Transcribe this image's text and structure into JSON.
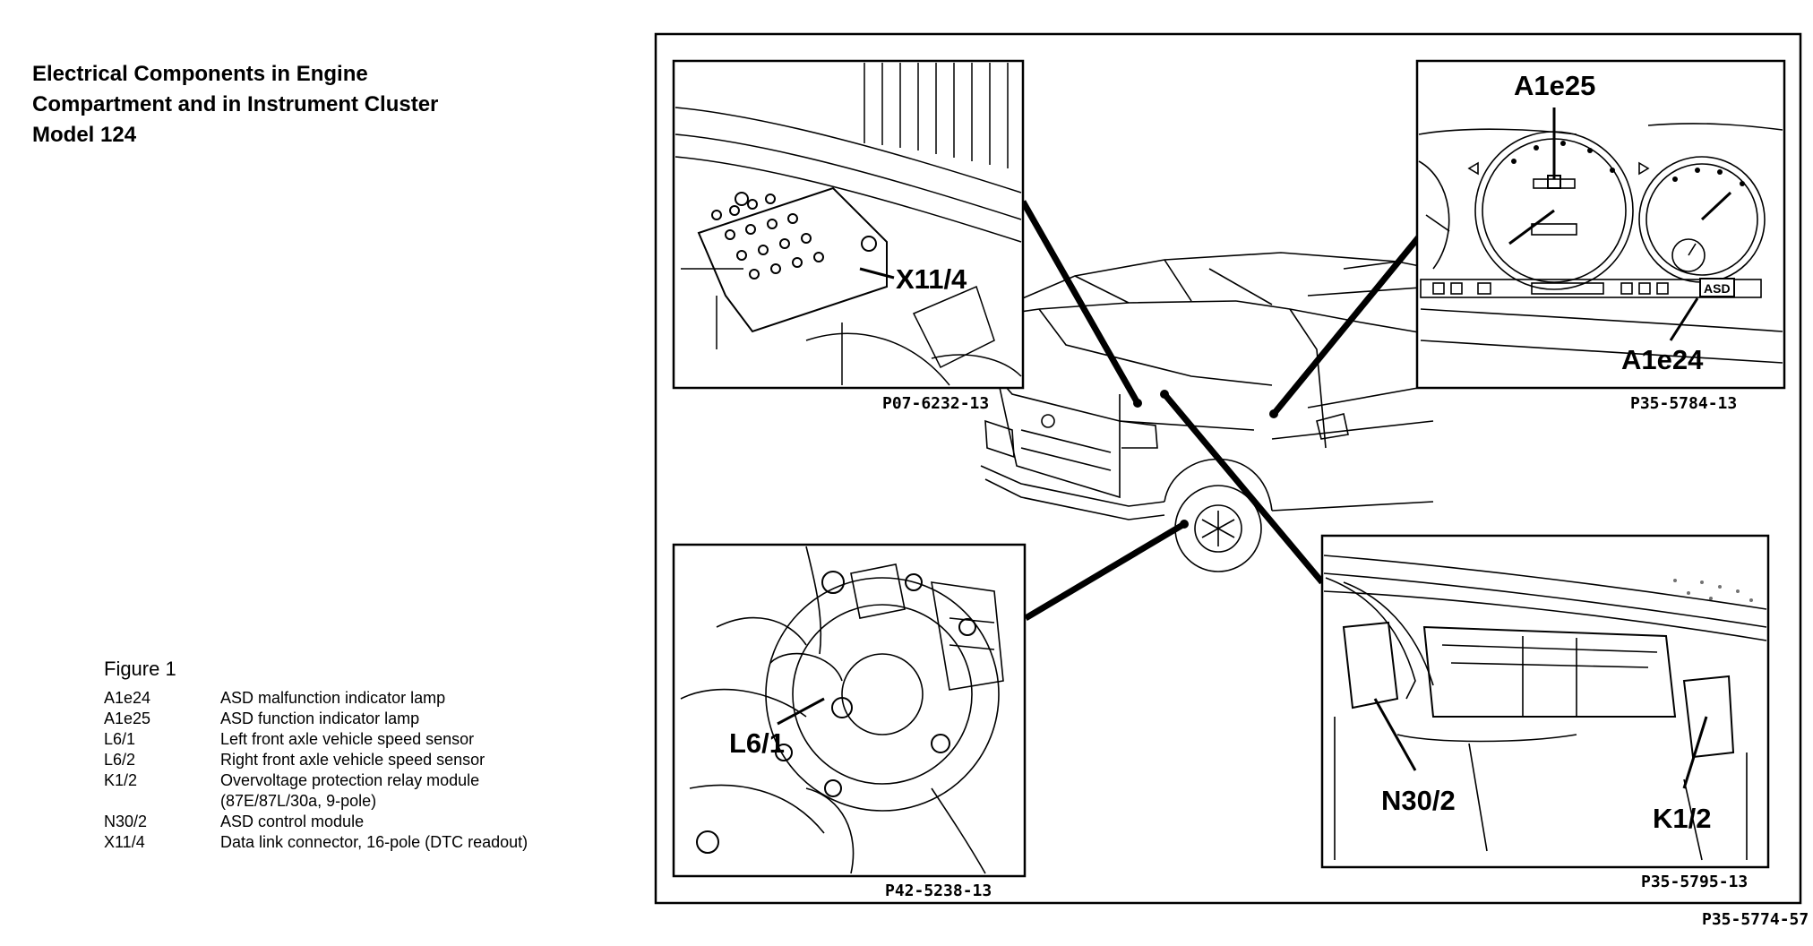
{
  "title": {
    "line1": "Electrical Components in Engine",
    "line2": "Compartment and in Instrument Cluster",
    "line3": "Model 124"
  },
  "figure_caption": "Figure 1",
  "legend": [
    {
      "code": "A1e24",
      "desc": "ASD malfunction indicator lamp"
    },
    {
      "code": "A1e25",
      "desc": "ASD function indicator lamp"
    },
    {
      "code": "L6/1",
      "desc": "Left front axle vehicle speed sensor"
    },
    {
      "code": "L6/2",
      "desc": "Right front axle vehicle speed sensor"
    },
    {
      "code": "K1/2",
      "desc": "Overvoltage protection relay module",
      "desc2": "(87E/87L/30a, 9-pole)"
    },
    {
      "code": "N30/2",
      "desc": "ASD control module"
    },
    {
      "code": "X11/4",
      "desc": "Data link connector, 16-pole (DTC readout)"
    }
  ],
  "panels": {
    "top_left": {
      "label": "X11/4",
      "ref": "P07-6232-13"
    },
    "top_right": {
      "label_top": "A1e25",
      "label_bottom": "A1e24",
      "badge": "ASD",
      "ref": "P35-5784-13"
    },
    "bottom_left": {
      "label": "L6/1",
      "ref": "P42-5238-13"
    },
    "bottom_right": {
      "label_left": "N30/2",
      "label_right": "K1/2",
      "ref": "P35-5795-13"
    }
  },
  "figure_ref": "P35-5774-57"
}
